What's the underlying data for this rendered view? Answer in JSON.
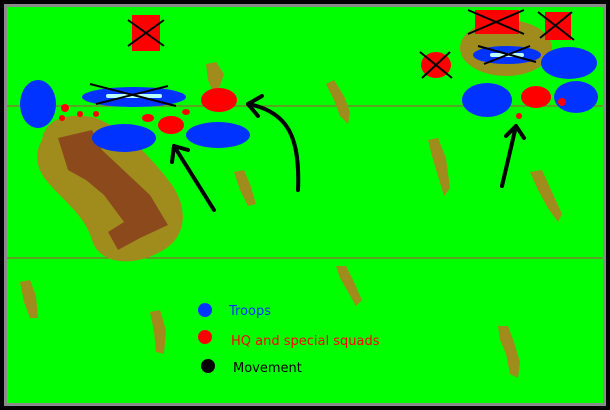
{
  "colors": {
    "field": "#00ff00",
    "frame": "#6f6f6f",
    "terrain": "#a08c1c",
    "building": "#8c4a1c",
    "troops": "#0033ff",
    "hq": "#ff0000",
    "movement": "#000000",
    "highlight": "#b8ffff"
  },
  "legend": {
    "items": [
      {
        "label": "Troops",
        "color": "#0033ff",
        "text_color": "#0033ff"
      },
      {
        "label": "HQ and special squads",
        "color": "#ff0000",
        "text_color": "#ff0000"
      },
      {
        "label": "Movement",
        "color": "#000000",
        "text_color": "#000000"
      }
    ]
  }
}
